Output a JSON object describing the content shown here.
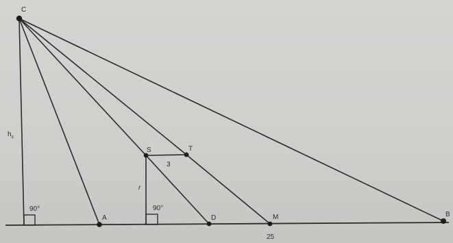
{
  "diagram": {
    "points": {
      "C": "C",
      "A": "A",
      "S": "S",
      "T": "T",
      "D": "D",
      "M": "M",
      "B": "B"
    },
    "labels": {
      "height": "h",
      "height_sub": "c",
      "radius": "r",
      "st_length": "3",
      "base_length": "25",
      "right_angle_left": "90°",
      "right_angle_right": "90°"
    }
  }
}
